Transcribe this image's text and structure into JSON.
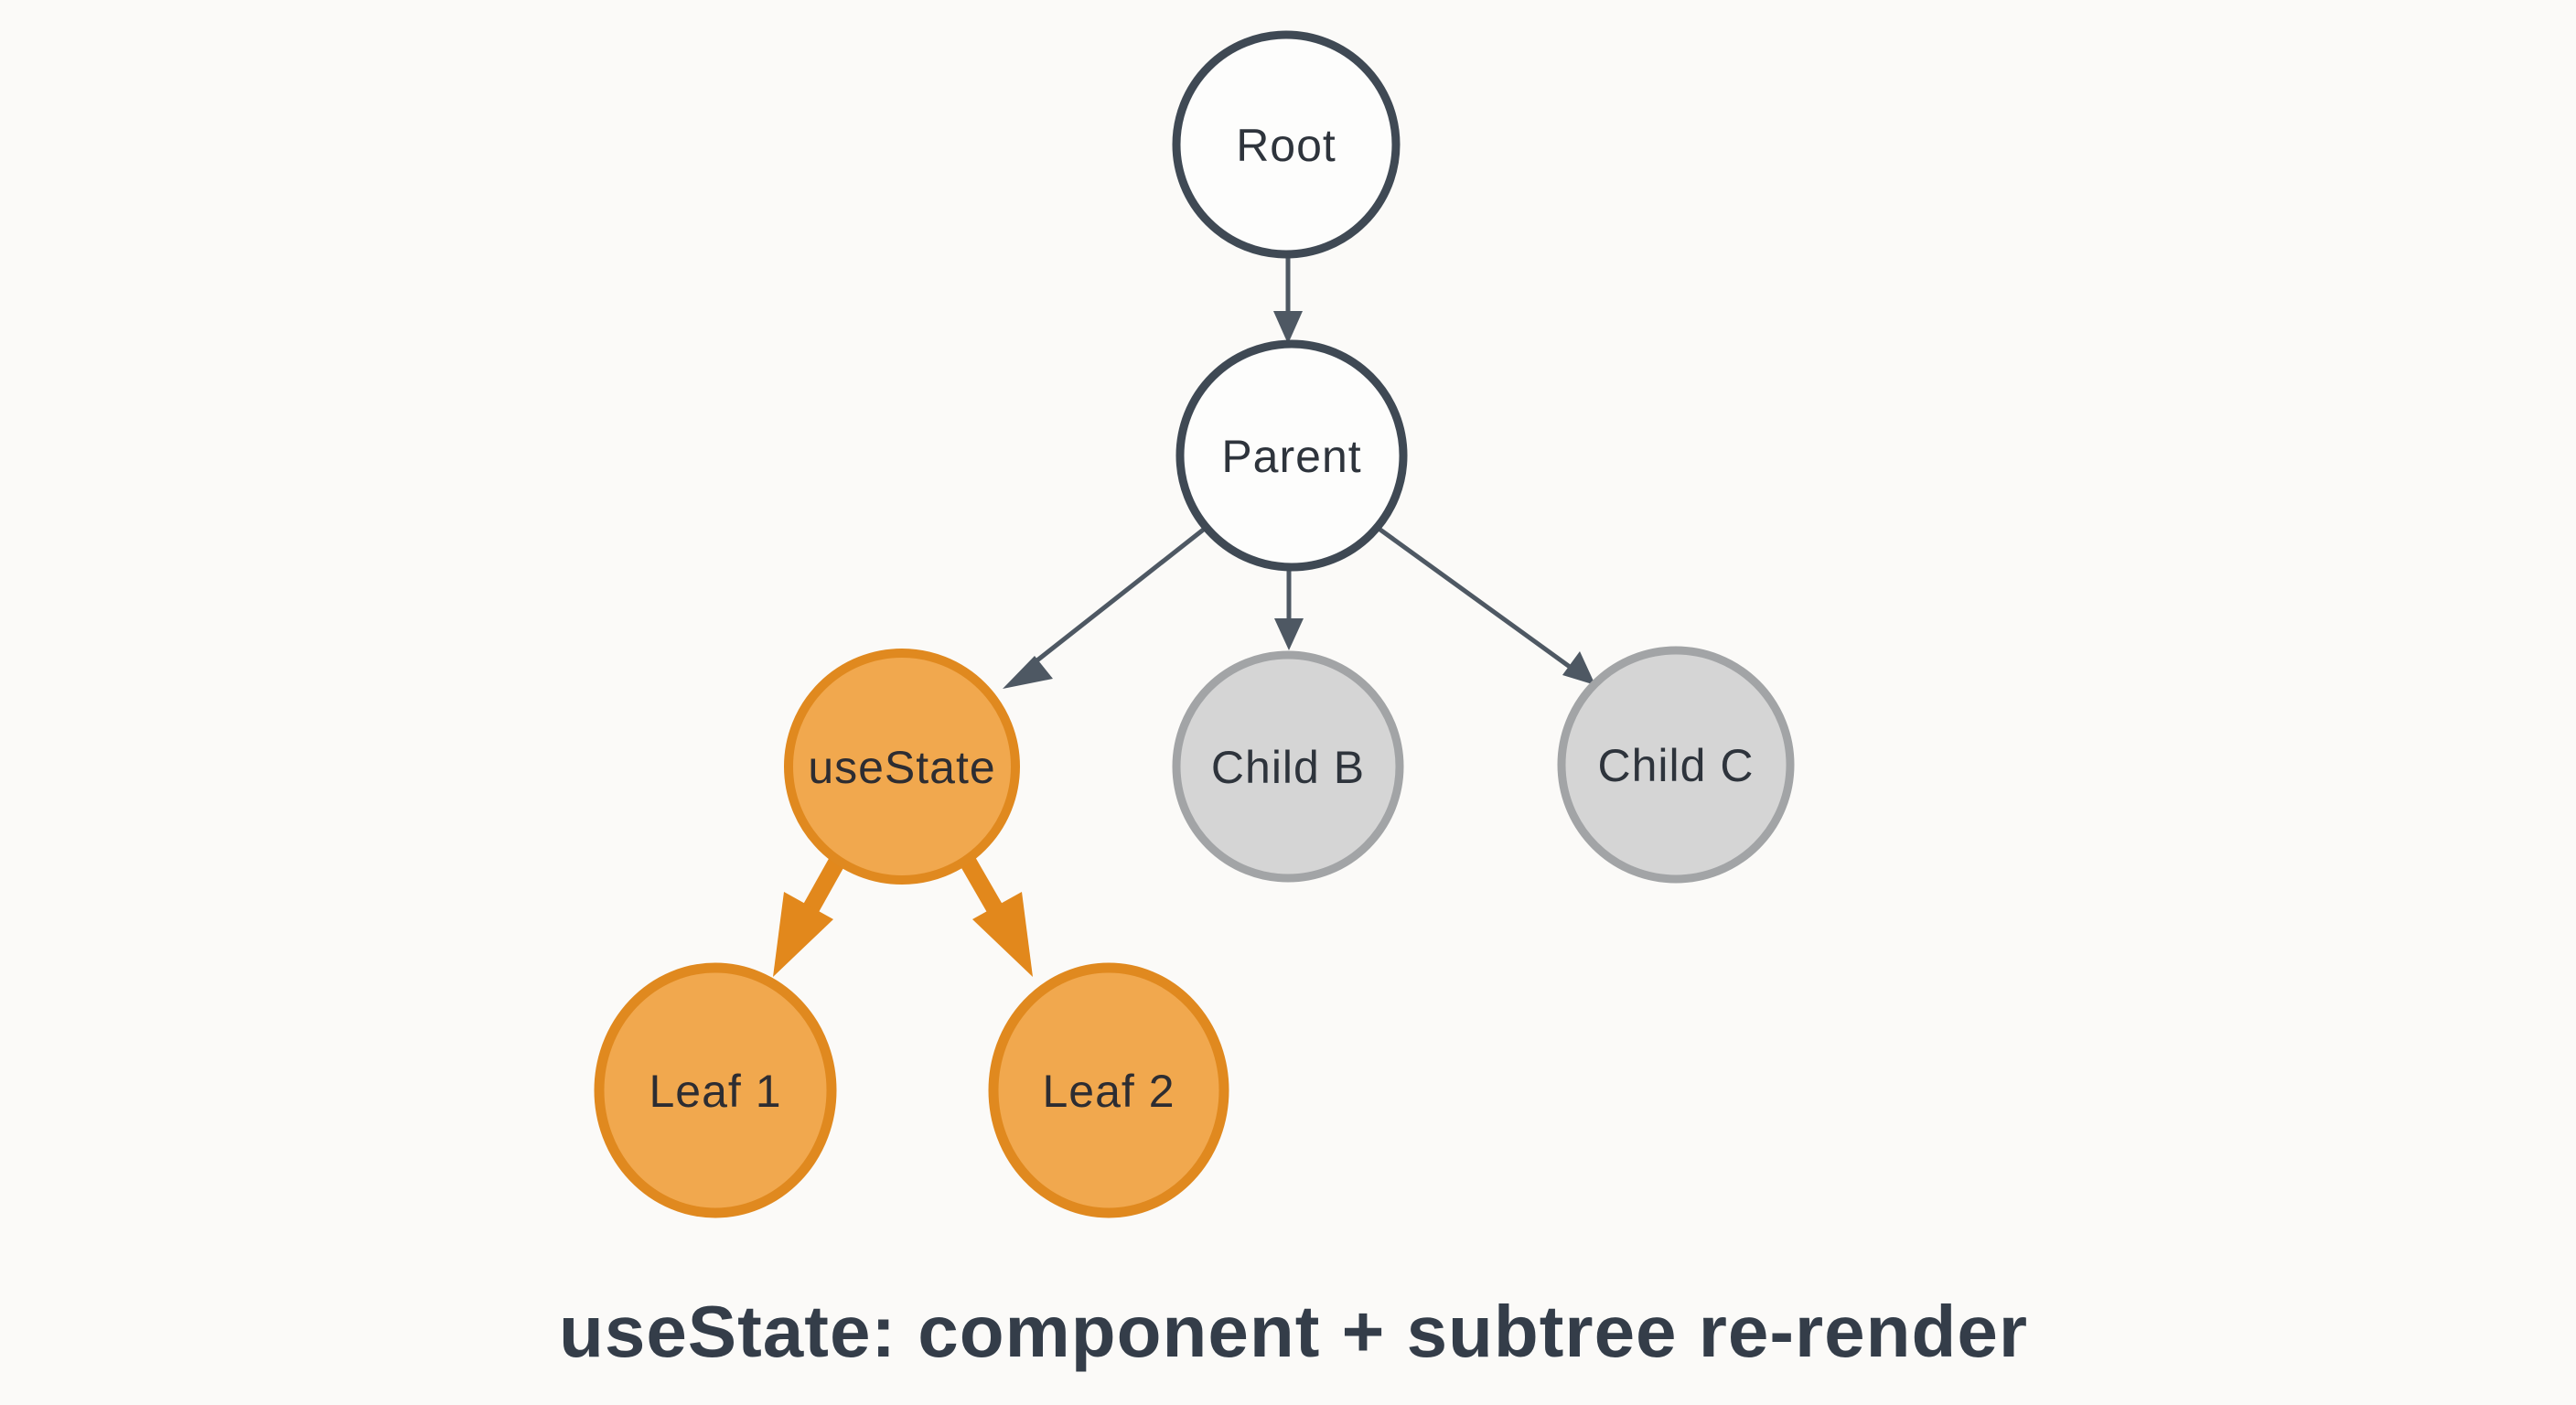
{
  "caption": {
    "text": "useState: component + subtree re-render",
    "color": "#343d49"
  },
  "colors": {
    "background": "#fbfaf8",
    "plain_node_fill": "#fdfdfc",
    "plain_node_border": "#3f4954",
    "muted_node_fill": "#d5d5d5",
    "muted_node_border": "#a2a4a6",
    "highlight_node_fill": "#f1a84e",
    "highlight_node_border": "#e0891f",
    "thin_edge": "#4e5863",
    "thick_edge": "#e2881c",
    "label_text": "#2e343c"
  },
  "diagram": {
    "type": "tree",
    "nodes": [
      {
        "id": "root",
        "label": "Root",
        "style": "plain"
      },
      {
        "id": "parent",
        "label": "Parent",
        "style": "plain"
      },
      {
        "id": "useState",
        "label": "useState",
        "style": "highlight"
      },
      {
        "id": "childB",
        "label": "Child B",
        "style": "muted"
      },
      {
        "id": "childC",
        "label": "Child C",
        "style": "muted"
      },
      {
        "id": "leaf1",
        "label": "Leaf 1",
        "style": "highlight"
      },
      {
        "id": "leaf2",
        "label": "Leaf 2",
        "style": "highlight"
      }
    ],
    "edges": [
      {
        "from": "root",
        "to": "parent",
        "style": "thin-arrow"
      },
      {
        "from": "parent",
        "to": "useState",
        "style": "thin-arrow"
      },
      {
        "from": "parent",
        "to": "childB",
        "style": "thin-arrow"
      },
      {
        "from": "parent",
        "to": "childC",
        "style": "thin-arrow"
      },
      {
        "from": "useState",
        "to": "leaf1",
        "style": "thick-highlight-arrow"
      },
      {
        "from": "useState",
        "to": "leaf2",
        "style": "thick-highlight-arrow"
      }
    ]
  }
}
